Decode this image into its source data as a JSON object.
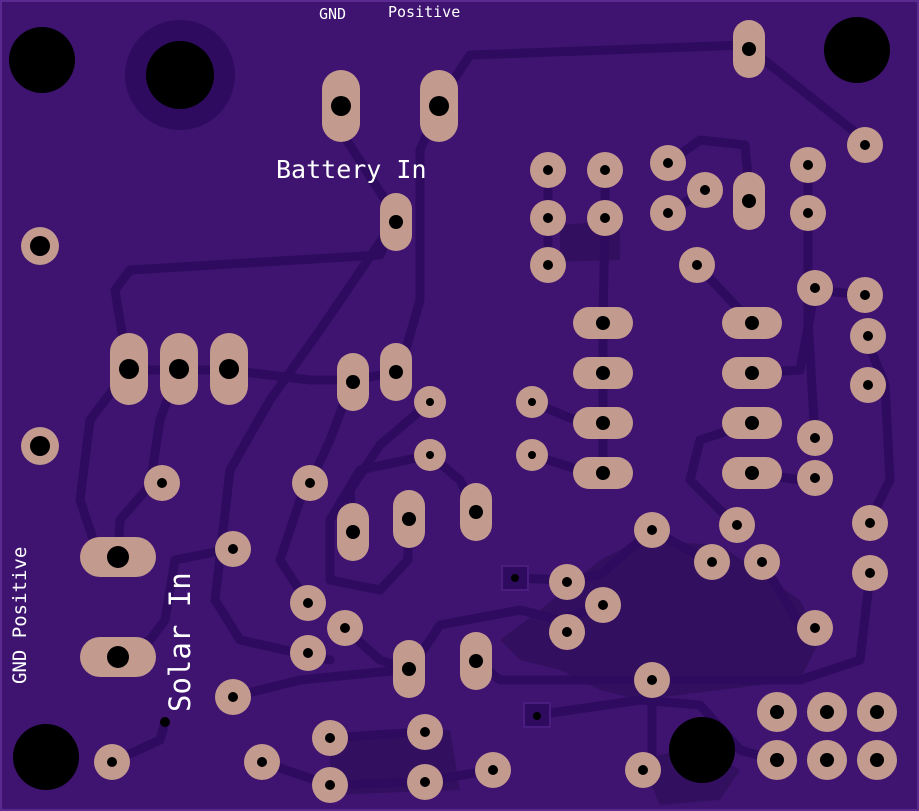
{
  "colors": {
    "board": "#3e1470",
    "trace": "#2e0b5e",
    "pour": "#33105f",
    "pad": "#c29a8e",
    "silk": "#ffffff",
    "hole": "#000000"
  },
  "labels": {
    "top_gnd": "GND",
    "top_positive": "Positive",
    "battery": "Battery In",
    "side_gnd_positive": "GND Positive",
    "solar": "Solar In"
  }
}
